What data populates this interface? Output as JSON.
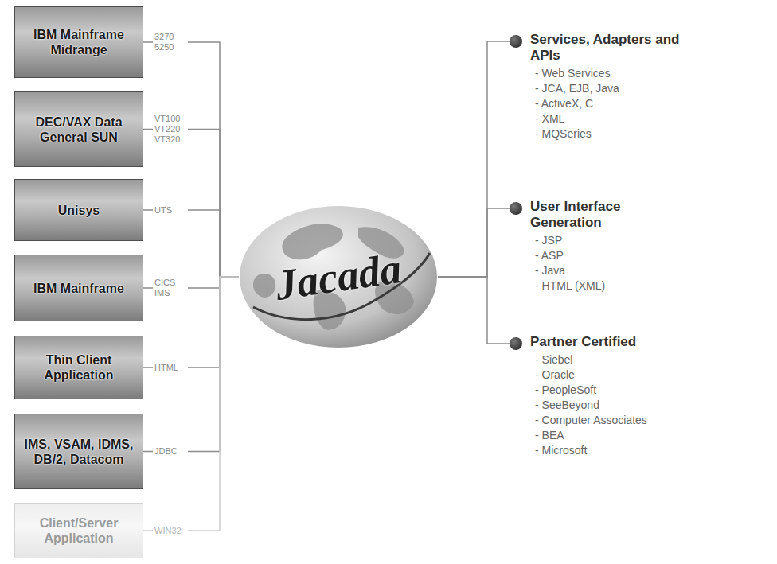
{
  "diagram": {
    "nodes": [
      {
        "text": [
          "IBM Mainframe Midrange"
        ]
      },
      {
        "text": [
          "DEC/VAX Data General SUN"
        ]
      },
      {
        "text": [
          "Unisys"
        ]
      },
      {
        "text": [
          "IBM Mainframe"
        ]
      },
      {
        "text": [
          "Thin Client Application"
        ]
      },
      {
        "text": [
          "IMS, VSAM, IDMS, DB/2, Datacom"
        ]
      },
      {
        "text": [
          "Client/Server Application"
        ]
      },
      {
        "text": [
          "Jacada"
        ]
      },
      {
        "text": [
          "Services, Adapters and APIs",
          "- Web Services",
          "- JCA, EJB, Java",
          "- ActiveX, C",
          "- XML",
          "- MQSeries"
        ]
      },
      {
        "text": [
          "User Interface Generation",
          "- JSP",
          "- ASP",
          "- Java",
          "- HTML (XML)"
        ]
      },
      {
        "text": [
          "Partner Certified",
          "- Siebel",
          "- Oracle",
          "- PeopleSoft",
          "- SeeBeyond",
          "- Computer Associates",
          "- BEA",
          "- Microsoft"
        ]
      }
    ],
    "edges": [
      {
        "from": 0,
        "to": 7,
        "label": "3270 5250",
        "arrow": "none"
      },
      {
        "from": 1,
        "to": 7,
        "label": "VT100 VT220 VT320",
        "arrow": "none"
      },
      {
        "from": 2,
        "to": 7,
        "label": "UTS",
        "arrow": "none"
      },
      {
        "from": 3,
        "to": 7,
        "label": "CICS IMS",
        "arrow": "none"
      },
      {
        "from": 4,
        "to": 7,
        "label": "HTML",
        "arrow": "none"
      },
      {
        "from": 5,
        "to": 7,
        "label": "JDBC",
        "arrow": "none"
      },
      {
        "from": 6,
        "to": 7,
        "label": "WIN32",
        "arrow": "none"
      },
      {
        "from": 7,
        "to": 8,
        "arrow": "none"
      },
      {
        "from": 7,
        "to": 9,
        "arrow": "none"
      },
      {
        "from": 7,
        "to": 10,
        "arrow": "none"
      }
    ]
  }
}
